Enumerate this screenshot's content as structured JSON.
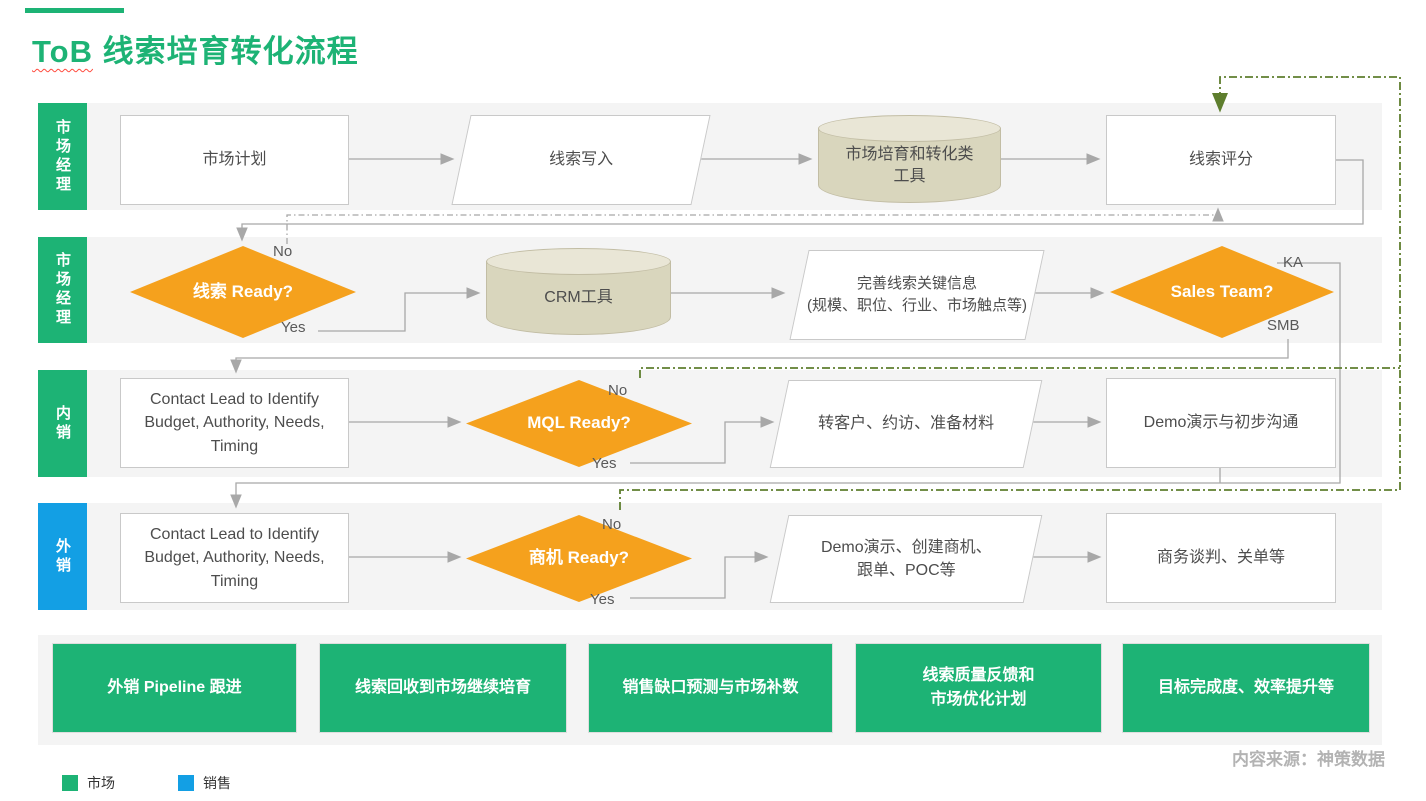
{
  "title": {
    "prefix": "ToB",
    "suffix": " 线索培育转化流程"
  },
  "lanes": [
    {
      "label": "市场经理",
      "color": "#1db375"
    },
    {
      "label": "市场经理",
      "color": "#1db375"
    },
    {
      "label": "内销",
      "color": "#1db375"
    },
    {
      "label": "外销",
      "color": "#139fe4"
    }
  ],
  "rows": [
    {
      "nodes": [
        {
          "label": "市场计划"
        },
        {
          "label": "线索写入"
        },
        {
          "label": "市场培育和转化类\n工具"
        },
        {
          "label": "线索评分"
        }
      ]
    },
    {
      "nodes": [
        {
          "label": "线索 Ready?"
        },
        {
          "label": "CRM工具"
        },
        {
          "label": "完善线索关键信息\n(规模、职位、行业、市场触点等)"
        },
        {
          "label": "Sales Team?"
        }
      ]
    },
    {
      "nodes": [
        {
          "label": "Contact Lead to Identify\nBudget, Authority, Needs,\nTiming"
        },
        {
          "label": "MQL Ready?"
        },
        {
          "label": "转客户、约访、准备材料"
        },
        {
          "label": "Demo演示与初步沟通"
        }
      ]
    },
    {
      "nodes": [
        {
          "label": "Contact Lead to Identify\nBudget, Authority, Needs,\nTiming"
        },
        {
          "label": "商机 Ready?"
        },
        {
          "label": "Demo演示、创建商机、\n跟单、POC等"
        },
        {
          "label": "商务谈判、关单等"
        }
      ]
    }
  ],
  "edge_labels": {
    "lead_ready_no": "No",
    "lead_ready_yes": "Yes",
    "sales_team_ka": "KA",
    "sales_team_smb": "SMB",
    "mql_no": "No",
    "mql_yes": "Yes",
    "opp_no": "No",
    "opp_yes": "Yes"
  },
  "buttons": [
    {
      "label": "外销 Pipeline 跟进"
    },
    {
      "label": "线索回收到市场继续培育"
    },
    {
      "label": "销售缺口预测与市场补数"
    },
    {
      "label": "线索质量反馈和\n市场优化计划"
    },
    {
      "label": "目标完成度、效率提升等"
    }
  ],
  "legend": [
    {
      "label": "市场",
      "color": "#1db375"
    },
    {
      "label": "销售",
      "color": "#139fe4"
    }
  ],
  "footer": {
    "source": "内容来源：神策数据"
  },
  "colors": {
    "green": "#1db375",
    "blue": "#139fe4",
    "orange_diamond": "#f5a11d",
    "cylinder_fill": "#d9d6bd",
    "lane_background": "#f4f4f4",
    "connector_gray": "#a8a8a8",
    "loop_olive": "#5e7e2e",
    "title_underline_red": "#ff4a3d"
  }
}
